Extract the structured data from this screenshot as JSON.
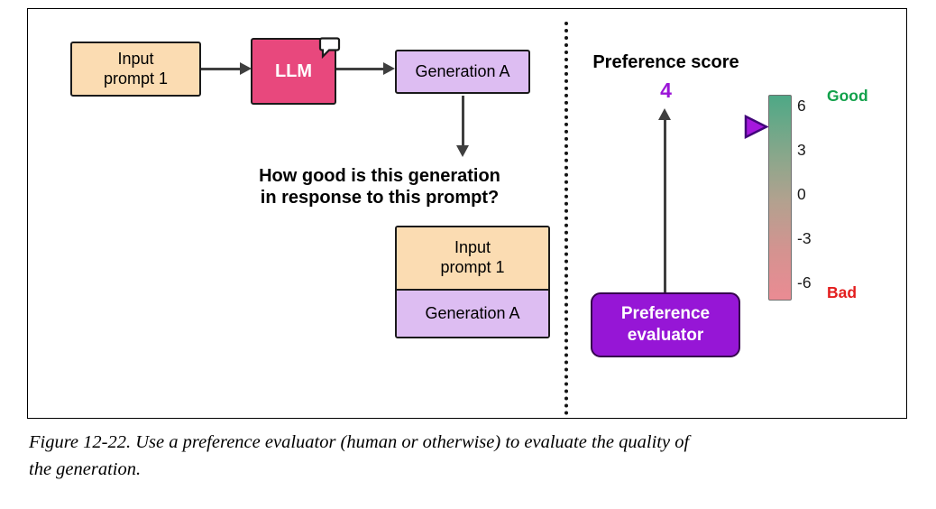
{
  "diagram": {
    "input_prompt_1": "Input\nprompt 1",
    "llm": "LLM",
    "generation_a": "Generation A",
    "question": "How good is this generation\nin response to this prompt?",
    "pair_input_prompt": "Input\nprompt 1",
    "pair_generation": "Generation A"
  },
  "evaluation": {
    "preference_score_label": "Preference score",
    "preference_score_value": "4",
    "evaluator": "Preference\nevaluator",
    "scale": {
      "ticks": [
        "6",
        "3",
        "0",
        "-3",
        "-6"
      ],
      "good_label": "Good",
      "bad_label": "Bad",
      "pointer_at_value": "4"
    }
  },
  "colors": {
    "prompt_box": "#fbdcb2",
    "llm_box": "#e8487d",
    "generation_box": "#ddbdf2",
    "evaluator_box": "#9616d6",
    "score_value": "#9b15d8",
    "good": "#12a14b",
    "bad": "#e31d1d",
    "scale_gradient_top": "#4ea886",
    "scale_gradient_bottom": "#ea8b93",
    "arrow": "#3f3f3f"
  },
  "caption": "Figure 12-22. Use a preference evaluator (human or otherwise) to evaluate the quality of\nthe generation."
}
